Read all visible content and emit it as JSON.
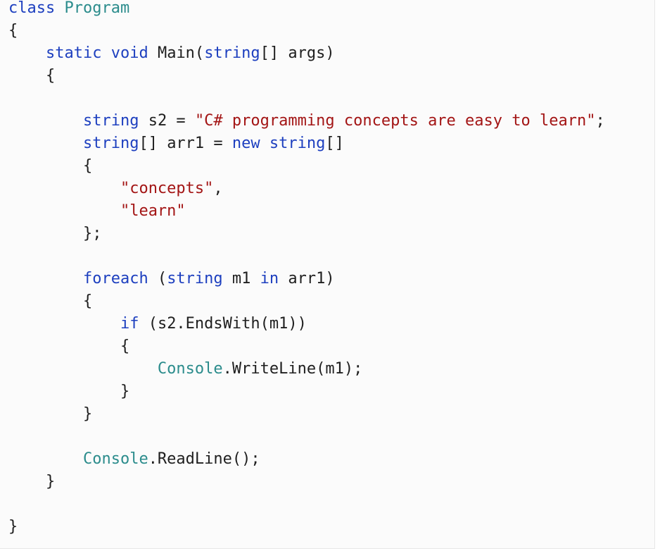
{
  "editor": {
    "colors": {
      "keyword": "#1d3fbf",
      "type": "#2b8c8c",
      "string": "#a31515",
      "text": "#1f1f1f",
      "background": "#fbfbfb"
    },
    "lines": [
      [
        {
          "t": "kw",
          "v": "class"
        },
        {
          "t": "plain",
          "v": " "
        },
        {
          "t": "type",
          "v": "Program"
        }
      ],
      [
        {
          "t": "plain",
          "v": "{"
        }
      ],
      [
        {
          "t": "plain",
          "v": "    "
        },
        {
          "t": "kw",
          "v": "static"
        },
        {
          "t": "plain",
          "v": " "
        },
        {
          "t": "kw",
          "v": "void"
        },
        {
          "t": "plain",
          "v": " Main("
        },
        {
          "t": "kw",
          "v": "string"
        },
        {
          "t": "plain",
          "v": "[] args)"
        }
      ],
      [
        {
          "t": "plain",
          "v": "    {"
        }
      ],
      [
        {
          "t": "plain",
          "v": ""
        }
      ],
      [
        {
          "t": "plain",
          "v": "        "
        },
        {
          "t": "kw",
          "v": "string"
        },
        {
          "t": "plain",
          "v": " s2 = "
        },
        {
          "t": "str",
          "v": "\"C# programming concepts are easy to learn\""
        },
        {
          "t": "plain",
          "v": ";"
        }
      ],
      [
        {
          "t": "plain",
          "v": "        "
        },
        {
          "t": "kw",
          "v": "string"
        },
        {
          "t": "plain",
          "v": "[] arr1 = "
        },
        {
          "t": "kw",
          "v": "new"
        },
        {
          "t": "plain",
          "v": " "
        },
        {
          "t": "kw",
          "v": "string"
        },
        {
          "t": "plain",
          "v": "[]"
        }
      ],
      [
        {
          "t": "plain",
          "v": "        {"
        }
      ],
      [
        {
          "t": "plain",
          "v": "            "
        },
        {
          "t": "str",
          "v": "\"concepts\""
        },
        {
          "t": "plain",
          "v": ","
        }
      ],
      [
        {
          "t": "plain",
          "v": "            "
        },
        {
          "t": "str",
          "v": "\"learn\""
        }
      ],
      [
        {
          "t": "plain",
          "v": "        };"
        }
      ],
      [
        {
          "t": "plain",
          "v": ""
        }
      ],
      [
        {
          "t": "plain",
          "v": "        "
        },
        {
          "t": "kw",
          "v": "foreach"
        },
        {
          "t": "plain",
          "v": " ("
        },
        {
          "t": "kw",
          "v": "string"
        },
        {
          "t": "plain",
          "v": " m1 "
        },
        {
          "t": "kw",
          "v": "in"
        },
        {
          "t": "plain",
          "v": " arr1)"
        }
      ],
      [
        {
          "t": "plain",
          "v": "        {"
        }
      ],
      [
        {
          "t": "plain",
          "v": "            "
        },
        {
          "t": "kw",
          "v": "if"
        },
        {
          "t": "plain",
          "v": " (s2.EndsWith(m1))"
        }
      ],
      [
        {
          "t": "plain",
          "v": "            {"
        }
      ],
      [
        {
          "t": "plain",
          "v": "                "
        },
        {
          "t": "type",
          "v": "Console"
        },
        {
          "t": "plain",
          "v": ".WriteLine(m1);"
        }
      ],
      [
        {
          "t": "plain",
          "v": "            }"
        }
      ],
      [
        {
          "t": "plain",
          "v": "        }"
        }
      ],
      [
        {
          "t": "plain",
          "v": ""
        }
      ],
      [
        {
          "t": "plain",
          "v": "        "
        },
        {
          "t": "type",
          "v": "Console"
        },
        {
          "t": "plain",
          "v": ".ReadLine();"
        }
      ],
      [
        {
          "t": "plain",
          "v": "    }"
        }
      ],
      [
        {
          "t": "plain",
          "v": ""
        }
      ],
      [
        {
          "t": "plain",
          "v": "}"
        }
      ]
    ]
  }
}
